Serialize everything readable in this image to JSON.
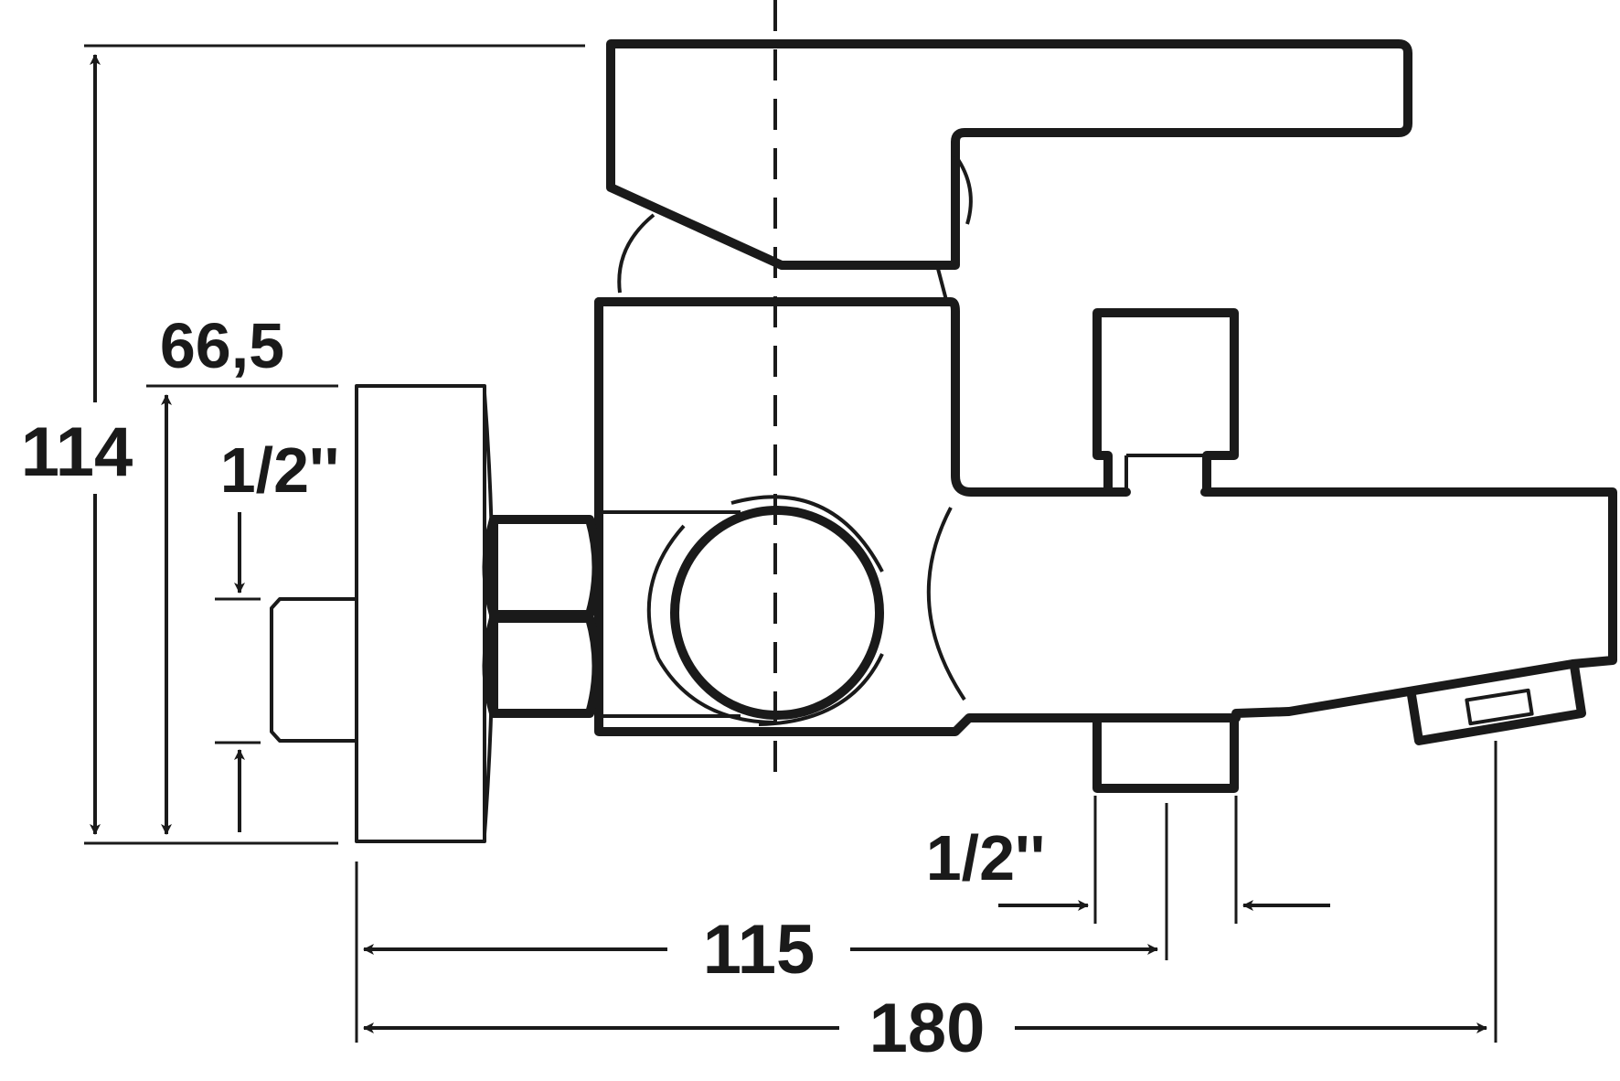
{
  "drawing": {
    "subject": "Wall-mounted single lever bath mixer, side elevation",
    "dimensions": {
      "height_total": "114",
      "flange_diameter": "66,5",
      "inlet_thread": "1/2''",
      "outlet_thread": "1/2''",
      "outlet_position": "115",
      "overall_depth": "180"
    }
  }
}
